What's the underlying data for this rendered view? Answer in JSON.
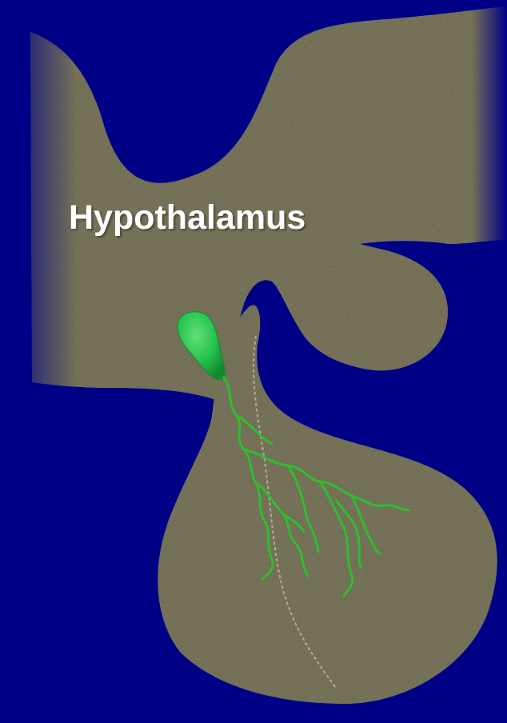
{
  "title": "Hypothalamus",
  "colors": {
    "background": "#000086",
    "tissue": "#7d7a60",
    "neuron": "#2fbd2f",
    "cell_body": "#22c04a",
    "text": "#ffffff"
  },
  "icons": {
    "neuron_cell_body": "green-blob",
    "axon_branches": "green-lines"
  }
}
